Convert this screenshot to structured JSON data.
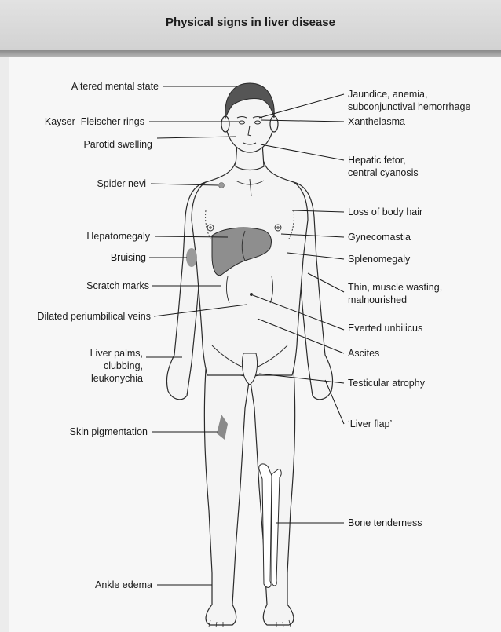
{
  "header": {
    "title": "Physical signs in liver disease"
  },
  "labels_left": {
    "altered_mental_state": "Altered mental state",
    "kayser_fleischer_rings": "Kayser–Fleischer rings",
    "parotid_swelling": "Parotid swelling",
    "spider_nevi": "Spider nevi",
    "hepatomegaly": "Hepatomegaly",
    "bruising": "Bruising",
    "scratch_marks": "Scratch marks",
    "dilated_periumbilical_veins": "Dilated periumbilical veins",
    "liver_palms_1": "Liver palms,",
    "liver_palms_2": "clubbing,",
    "liver_palms_3": "leukonychia",
    "skin_pigmentation": "Skin pigmentation",
    "ankle_edema": "Ankle edema"
  },
  "labels_right": {
    "jaundice_1": "Jaundice, anemia,",
    "jaundice_2": "subconjunctival hemorrhage",
    "xanthelasma": "Xanthelasma",
    "hepatic_fetor_1": "Hepatic fetor,",
    "hepatic_fetor_2": "central cyanosis",
    "loss_of_body_hair": "Loss of body hair",
    "gynecomastia": "Gynecomastia",
    "splenomegaly": "Splenomegaly",
    "thin_1": "Thin, muscle wasting,",
    "thin_2": "malnourished",
    "everted_umbilicus": "Everted unbilicus",
    "ascites": "Ascites",
    "testicular_atrophy": "Testicular atrophy",
    "liver_flap": "‘Liver flap’",
    "bone_tenderness": "Bone tenderness"
  },
  "colors": {
    "background": "#ececec",
    "body_fill": "#f4f4f4",
    "outline": "#2a2a2a",
    "hair": "#555555",
    "liver": "#8e8e8e",
    "bruise": "#9a9a9a",
    "pigmentation": "#8a8a8a"
  }
}
